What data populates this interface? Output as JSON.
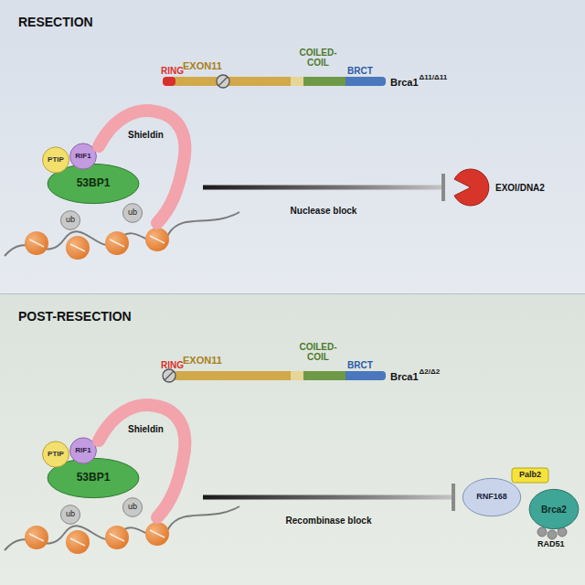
{
  "diagram": {
    "nodes": [
      {
        "text": [
          "RESECTION"
        ]
      },
      {
        "text": [
          "53BP1"
        ],
        "in": 0
      },
      {
        "text": [
          "PTIP"
        ],
        "in": 0
      },
      {
        "text": [
          "RIF1"
        ],
        "in": 0
      },
      {
        "text": [
          "Shieldin"
        ],
        "in": 0
      },
      {
        "text": [
          "ub"
        ],
        "in": 0
      },
      {
        "text": [
          "ub"
        ],
        "in": 0
      },
      {
        "text": [
          "EXOI/DNA2"
        ],
        "in": 0
      },
      {
        "text": [
          "POST-RESECTION"
        ]
      },
      {
        "text": [
          "53BP1"
        ],
        "in": 8
      },
      {
        "text": [
          "PTIP"
        ],
        "in": 8
      },
      {
        "text": [
          "RIF1"
        ],
        "in": 8
      },
      {
        "text": [
          "Shieldin"
        ],
        "in": 8
      },
      {
        "text": [
          "ub"
        ],
        "in": 8
      },
      {
        "text": [
          "ub"
        ],
        "in": 8
      },
      {
        "text": [
          "RNF168"
        ],
        "in": 8
      },
      {
        "text": [
          "Palb2"
        ],
        "in": 8
      },
      {
        "text": [
          "Brca2"
        ],
        "in": 8
      }
    ],
    "edges": [
      {
        "from": 4,
        "to": 7,
        "arrow": "to",
        "label": "Nuclease block"
      },
      {
        "from": 12,
        "to": 15,
        "arrow": "to",
        "label": "Recombinase block"
      }
    ],
    "labels": [
      "RING",
      "EXON11",
      "COILED-COIL",
      "BRCT",
      "Brca1",
      "Δ11/Δ11",
      "RING",
      "EXON11",
      "COILED-COIL",
      "BRCT",
      "Brca1",
      "Δ2/Δ2",
      "RAD51"
    ]
  }
}
